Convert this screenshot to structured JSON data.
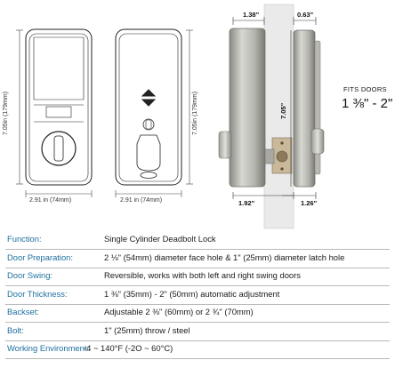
{
  "front_view": {
    "height_label": "7.05in (179mm)",
    "width_label": "2.91 in (74mm)"
  },
  "back_view": {
    "height_label": "7.05in (179mm)",
    "width_label": "2.91 in (74mm)"
  },
  "side_view": {
    "top_left_label": "1.38\"",
    "top_right_label": "0.63\"",
    "height_label": "7.05\"",
    "bottom_left_label": "1.92\"",
    "bottom_right_label": "1.26\""
  },
  "fits_doors": {
    "label": "FITS DOORS",
    "range": "1 ⅜\" - 2\""
  },
  "specs": [
    {
      "label": "Function:",
      "value": "Single Cylinder Deadbolt Lock"
    },
    {
      "label": "Door Preparation:",
      "value": "2 ⅛\" (54mm) diameter face hole & 1\" (25mm) diameter latch hole"
    },
    {
      "label": "Door Swing:",
      "value": "Reversible, works with both left and right swing doors"
    },
    {
      "label": "Door Thickness:",
      "value": "1 ⅜\" (35mm) - 2\" (50mm) automatic adjustment"
    },
    {
      "label": "Backset:",
      "value": "Adjustable 2 ⅜\" (60mm) or 2 ¾\" (70mm)"
    },
    {
      "label": "Bolt:",
      "value": "1\" (25mm) throw / steel"
    },
    {
      "label": "Working Environment:",
      "value": "-4 ~ 140°F (-2O ~ 60°C)"
    }
  ]
}
